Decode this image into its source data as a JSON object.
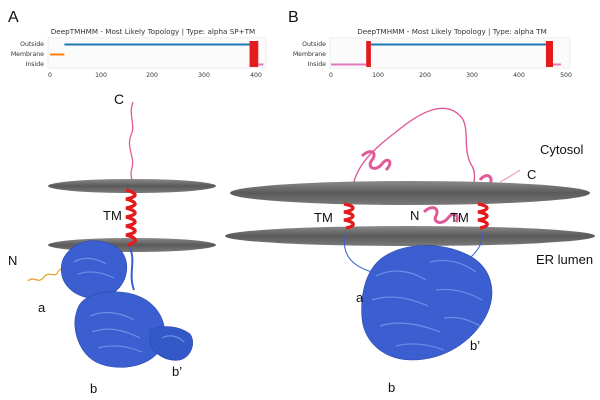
{
  "panels": [
    {
      "letter": "A",
      "plot": {
        "title": "DeepTMHMM - Most Likely Topology | Type: alpha SP+TM",
        "rows": [
          "Outside",
          "Membrane",
          "Inside"
        ],
        "ticks": [
          "0",
          "100",
          "200",
          "300",
          "400"
        ],
        "axis_max": 420,
        "segments": [
          {
            "row": "Membrane",
            "start": 0,
            "end": 28,
            "color": "#ff7f0e"
          },
          {
            "row": "Outside",
            "start": 28,
            "end": 388,
            "color": "#1f77b4"
          },
          {
            "row": "TM",
            "start": 388,
            "end": 405,
            "color": "#e41a1c"
          },
          {
            "row": "Inside",
            "start": 405,
            "end": 415,
            "color": "#e377c2"
          }
        ]
      },
      "labels": {
        "c_term": "C",
        "tm": "TM",
        "n_term": "N",
        "domain_a": "a",
        "domain_b": "b",
        "domain_bp": "b’"
      }
    },
    {
      "letter": "B",
      "plot": {
        "title": "DeepTMHMM - Most Likely Topology | Type: alpha TM",
        "rows": [
          "Outside",
          "Membrane",
          "Inside"
        ],
        "ticks": [
          "0",
          "100",
          "200",
          "300",
          "400",
          "500"
        ],
        "axis_max": 505,
        "segments": [
          {
            "row": "Inside",
            "start": 0,
            "end": 75,
            "color": "#e377c2"
          },
          {
            "row": "TM",
            "start": 75,
            "end": 85,
            "color": "#e41a1c"
          },
          {
            "row": "Outside",
            "start": 85,
            "end": 458,
            "color": "#1f77b4"
          },
          {
            "row": "TM",
            "start": 458,
            "end": 473,
            "color": "#e41a1c"
          },
          {
            "row": "Inside",
            "start": 473,
            "end": 490,
            "color": "#e377c2"
          }
        ]
      },
      "labels": {
        "cytosol": "Cytosol",
        "c_term": "C",
        "tm_left": "TM",
        "n_term": "N",
        "tm_right": "TM",
        "er_lumen": "ER lumen",
        "domain_a": "a",
        "domain_b": "b",
        "domain_bp": "b’"
      }
    }
  ],
  "colors": {
    "protein": "#3b5fd0",
    "tm_helix": "#e41a1c",
    "cytosolic_tail": "#e05a9b",
    "membrane": "#6e6e6e",
    "signal_peptide": "#e0a020"
  }
}
